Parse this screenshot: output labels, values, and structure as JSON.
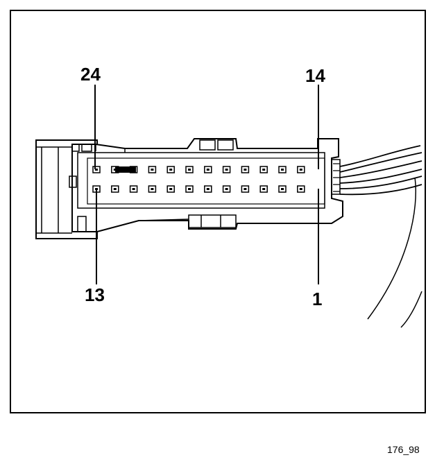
{
  "diagram": {
    "labels": {
      "pin_top_left": "24",
      "pin_top_right": "14",
      "pin_bottom_left": "13",
      "pin_bottom_right": "1"
    },
    "reference_code": "176_98",
    "pin_rows": 2,
    "pins_per_row": 12
  }
}
